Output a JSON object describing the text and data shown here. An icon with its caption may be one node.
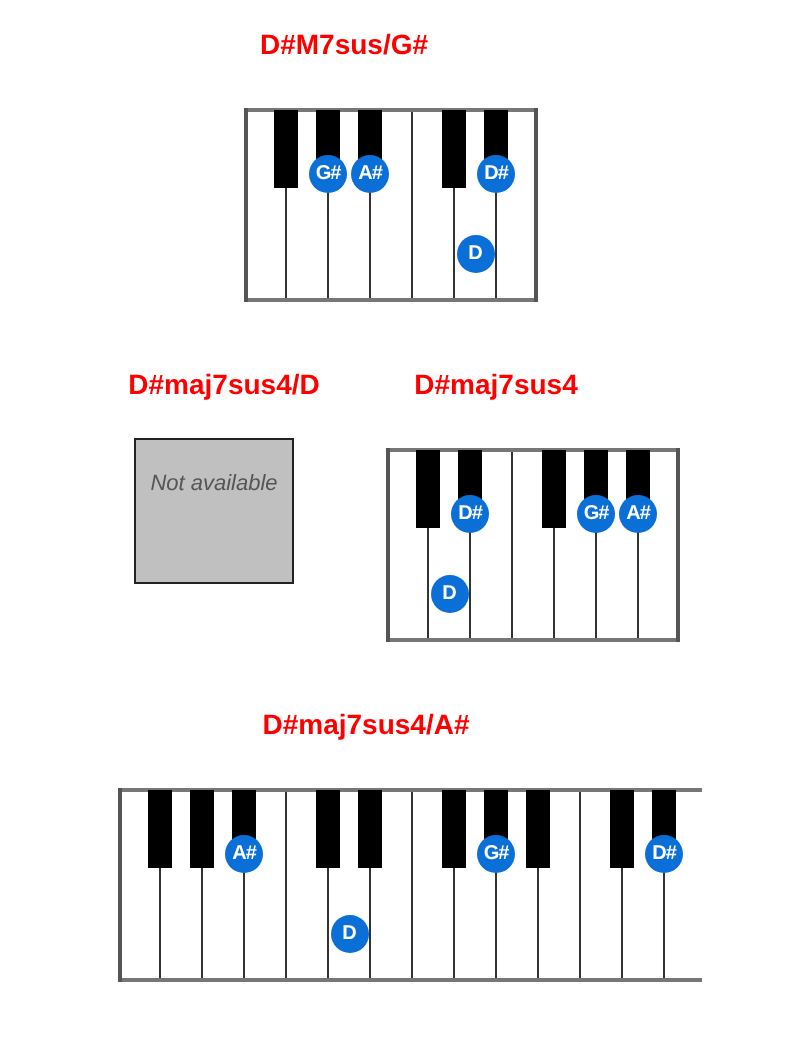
{
  "diagram": {
    "nodes": [
      {
        "text": [
          "D#M7sus/G#"
        ]
      },
      {
        "text": [
          "G#"
        ],
        "in": 0
      },
      {
        "text": [
          "A#"
        ],
        "in": 0
      },
      {
        "text": [
          "D#"
        ],
        "in": 0
      },
      {
        "text": [
          "D"
        ],
        "in": 0
      },
      {
        "text": [
          "D#maj7sus4/D",
          "Not available"
        ]
      },
      {
        "text": [
          "D#maj7sus4"
        ]
      },
      {
        "text": [
          "D#"
        ],
        "in": 6
      },
      {
        "text": [
          "G#"
        ],
        "in": 6
      },
      {
        "text": [
          "A#"
        ],
        "in": 6
      },
      {
        "text": [
          "D"
        ],
        "in": 6
      },
      {
        "text": [
          "D#maj7sus4/A#"
        ]
      },
      {
        "text": [
          "A#"
        ],
        "in": 11
      },
      {
        "text": [
          "G#"
        ],
        "in": 11
      },
      {
        "text": [
          "D#"
        ],
        "in": 11
      },
      {
        "text": [
          "D"
        ],
        "in": 11
      }
    ]
  }
}
